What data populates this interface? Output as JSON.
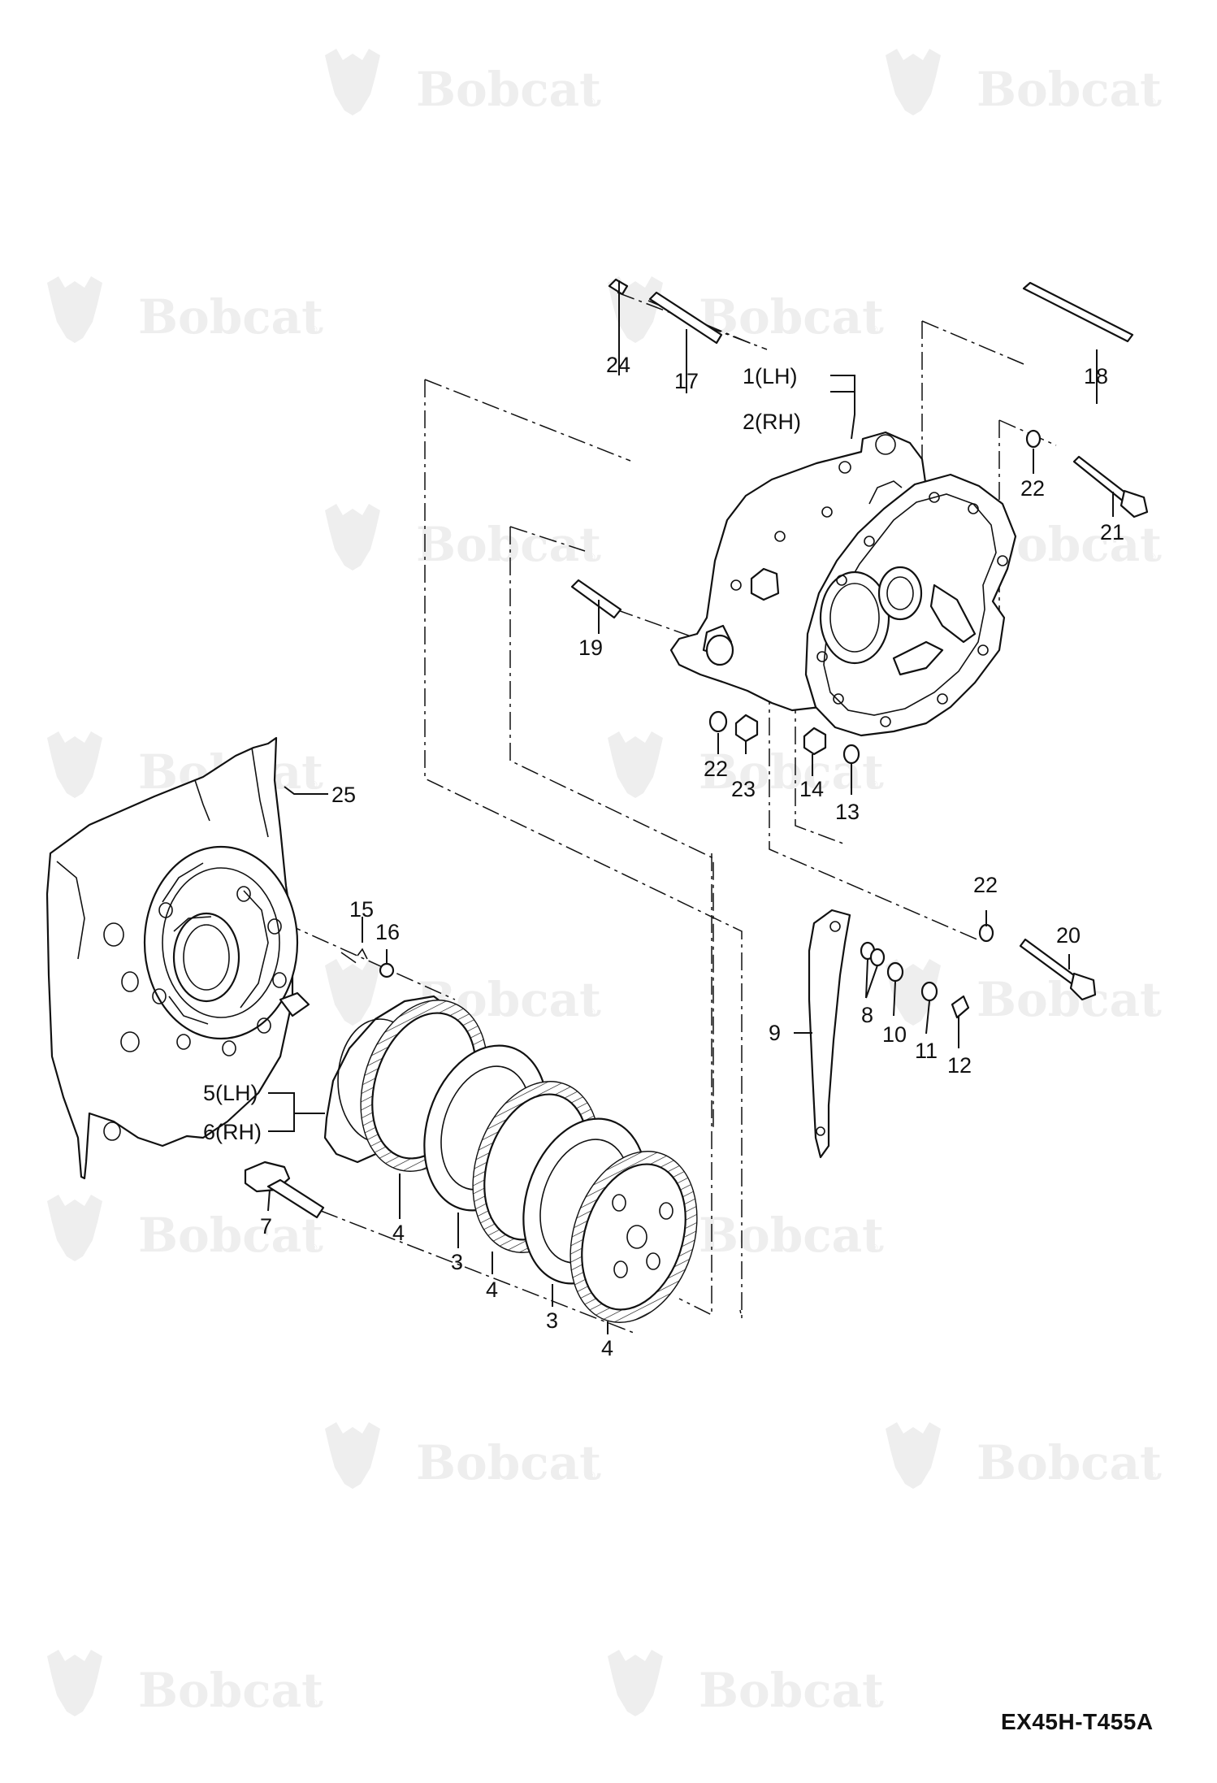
{
  "drawing_code": "EX45H-T455A",
  "watermark": {
    "brand": "Bobcat",
    "registered_mark": "®",
    "logo_icon": "bobcat-head-logo-icon"
  },
  "callouts": [
    {
      "id": "c24",
      "label": "24"
    },
    {
      "id": "c17",
      "label": "17"
    },
    {
      "id": "c1",
      "label": "1(LH)"
    },
    {
      "id": "c2",
      "label": "2(RH)"
    },
    {
      "id": "c18",
      "label": "18"
    },
    {
      "id": "c22a",
      "label": "22"
    },
    {
      "id": "c21",
      "label": "21"
    },
    {
      "id": "c19",
      "label": "19"
    },
    {
      "id": "c22b",
      "label": "22"
    },
    {
      "id": "c23",
      "label": "23"
    },
    {
      "id": "c14",
      "label": "14"
    },
    {
      "id": "c13",
      "label": "13"
    },
    {
      "id": "c25",
      "label": "25"
    },
    {
      "id": "c15",
      "label": "15"
    },
    {
      "id": "c16",
      "label": "16"
    },
    {
      "id": "c22c",
      "label": "22"
    },
    {
      "id": "c20",
      "label": "20"
    },
    {
      "id": "c8",
      "label": "8"
    },
    {
      "id": "c9",
      "label": "9"
    },
    {
      "id": "c10",
      "label": "10"
    },
    {
      "id": "c11",
      "label": "11"
    },
    {
      "id": "c12",
      "label": "12"
    },
    {
      "id": "c5",
      "label": "5(LH)"
    },
    {
      "id": "c6",
      "label": "6(RH)"
    },
    {
      "id": "c7",
      "label": "7"
    },
    {
      "id": "c4a",
      "label": "4"
    },
    {
      "id": "c3a",
      "label": "3"
    },
    {
      "id": "c4b",
      "label": "4"
    },
    {
      "id": "c3b",
      "label": "3"
    },
    {
      "id": "c4c",
      "label": "4"
    }
  ]
}
